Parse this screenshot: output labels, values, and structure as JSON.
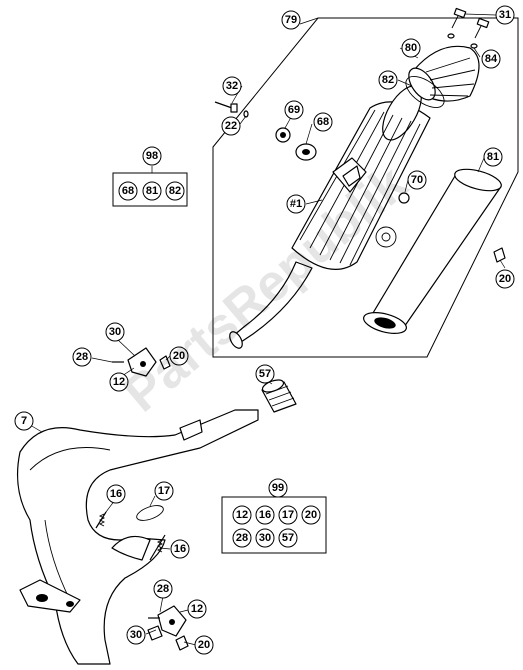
{
  "watermark": "PartsRepublik",
  "callouts": {
    "c79": "79",
    "c31": "31",
    "c80": "80",
    "c84": "84",
    "c82a": "82",
    "c32": "32",
    "c22": "22",
    "c69": "69",
    "c68": "68",
    "c81": "81",
    "c70": "70",
    "c1": "#1",
    "c20a": "20",
    "c98": "98",
    "k98_68": "68",
    "k98_81": "81",
    "k98_82": "82",
    "c30a": "30",
    "c28a": "28",
    "c12a": "12",
    "c20b": "20",
    "c57": "57",
    "c7": "7",
    "c16a": "16",
    "c17": "17",
    "c16b": "16",
    "c99": "99",
    "k99_12": "12",
    "k99_16": "16",
    "k99_17": "17",
    "k99_20": "20",
    "k99_28": "28",
    "k99_30": "30",
    "k99_57": "57",
    "c28b": "28",
    "c12b": "12",
    "c30b": "30",
    "c20c": "20"
  }
}
